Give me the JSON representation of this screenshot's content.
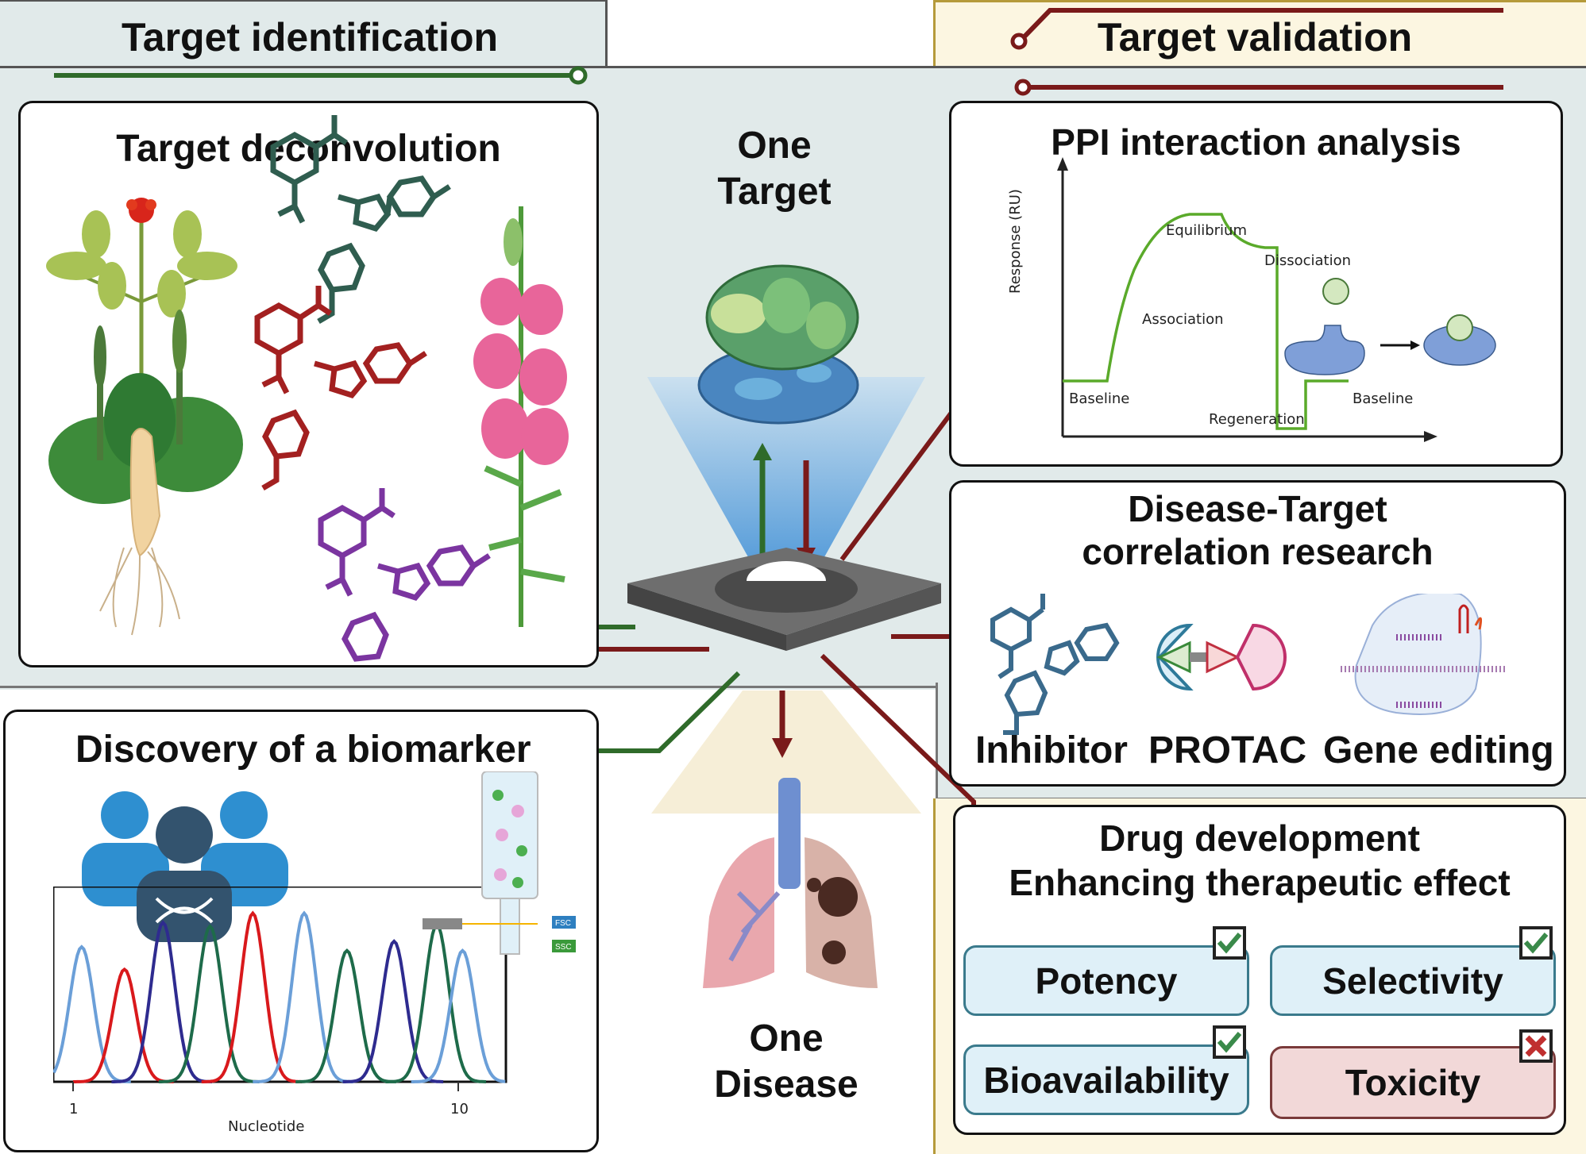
{
  "sections": {
    "identification": {
      "title": "Target identification",
      "color": "#2f6b2a"
    },
    "validation": {
      "title": "Target validation",
      "color": "#7a1a1a"
    }
  },
  "center": {
    "target_label_line1": "One",
    "target_label_line2": "Target",
    "disease_label_line1": "One",
    "disease_label_line2": "Disease"
  },
  "deconvolution": {
    "title": "Target deconvolution",
    "molecule_colors": [
      "#2f5d4f",
      "#a32020",
      "#7b35a0"
    ]
  },
  "biomarker": {
    "title": "Discovery of a biomarker",
    "chart": {
      "xlabel": "Nucleotide",
      "tick_1": "1",
      "tick_10": "10",
      "flow_labels": {
        "fsc": "FSC",
        "ssc": "SSC"
      }
    }
  },
  "chart_data": {
    "type": "line",
    "title": "",
    "xlabel": "Nucleotide",
    "ylabel": "",
    "x_ticks": [
      "1",
      "10"
    ],
    "series": [
      {
        "name": "peak-1",
        "color": "#6b9fd8",
        "center": 1.2,
        "height": 0.72
      },
      {
        "name": "peak-2",
        "color": "#d9191c",
        "center": 2.2,
        "height": 0.6
      },
      {
        "name": "peak-3",
        "color": "#2e2b8f",
        "center": 3.1,
        "height": 0.85
      },
      {
        "name": "peak-4",
        "color": "#1e6b4a",
        "center": 4.2,
        "height": 0.83
      },
      {
        "name": "peak-5",
        "color": "#d9191c",
        "center": 5.2,
        "height": 0.9
      },
      {
        "name": "peak-6",
        "color": "#6b9fd8",
        "center": 6.4,
        "height": 0.9
      },
      {
        "name": "peak-7",
        "color": "#1e6b4a",
        "center": 7.4,
        "height": 0.7
      },
      {
        "name": "peak-8",
        "color": "#2e2b8f",
        "center": 8.5,
        "height": 0.75
      },
      {
        "name": "peak-9",
        "color": "#1e6b4a",
        "center": 9.5,
        "height": 0.84
      },
      {
        "name": "peak-10",
        "color": "#6b9fd8",
        "center": 10.1,
        "height": 0.7
      }
    ],
    "xlim": [
      0.5,
      11.6
    ],
    "ylim": [
      0,
      1
    ]
  },
  "ppi": {
    "title": "PPI interaction analysis",
    "ylabel": "Response (RU)",
    "phases": {
      "baseline_left": "Baseline",
      "association": "Association",
      "equilibrium": "Equilibrium",
      "dissociation": "Dissociation",
      "regeneration": "Regeneration",
      "baseline_right": "Baseline"
    }
  },
  "correlation": {
    "title_line1": "Disease-Target",
    "title_line2": "correlation research",
    "items": [
      "Inhibitor",
      "PROTAC",
      "Gene editing"
    ]
  },
  "drug": {
    "title_line1": "Drug development",
    "title_line2": "Enhancing therapeutic effect",
    "properties": [
      {
        "label": "Potency",
        "status": "check"
      },
      {
        "label": "Selectivity",
        "status": "check"
      },
      {
        "label": "Bioavailability",
        "status": "check"
      },
      {
        "label": "Toxicity",
        "status": "cross"
      }
    ]
  }
}
